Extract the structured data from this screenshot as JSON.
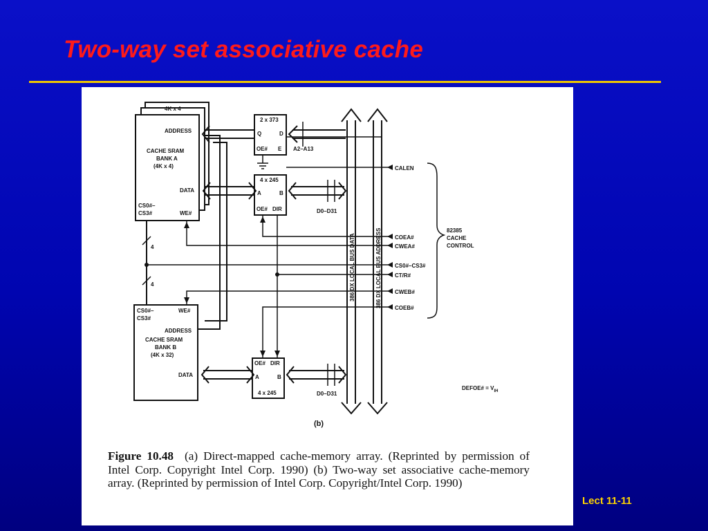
{
  "slide": {
    "title": "Two-way set associative cache",
    "footer": "Lect 11-11",
    "colors": {
      "title": "#ff1a1a",
      "rule": "#f0c800",
      "footer": "#ffd400",
      "background": "#0005b0"
    }
  },
  "diagram": {
    "bank_a": {
      "stack_label": "4K x 4",
      "address": "ADDRESS",
      "title": "CACHE SRAM",
      "subtitle": "BANK A",
      "size": "(4K x 4)",
      "data": "DATA",
      "cs": "CS0#–",
      "cs2": "CS3#",
      "we": "WE#"
    },
    "bank_b": {
      "cs": "CS0#–",
      "cs2": "CS3#",
      "we": "WE#",
      "address": "ADDRESS",
      "title": "CACHE SRAM",
      "subtitle": "BANK B",
      "size": "(4K x 32)",
      "data": "DATA"
    },
    "latch": {
      "name": "2 x 373",
      "q": "Q",
      "d": "D",
      "oe": "OE#",
      "e": "E",
      "input": "A2–A13"
    },
    "xcvr_top": {
      "name": "4 x 245",
      "a": "A",
      "b": "B",
      "oe": "OE#",
      "dir": "DIR",
      "bus": "D0–D31"
    },
    "xcvr_bottom": {
      "name": "4 x 245",
      "a": "A",
      "b": "B",
      "oe": "OE#",
      "dir": "DIR",
      "bus": "D0–D31"
    },
    "bus_width": "4",
    "local_bus_data": "386 DX LOCAL BUS DATA",
    "local_bus_address": "386 DX LOCAL BUS ADDRESS",
    "control_signals": [
      "CALEN",
      "COEA#",
      "CWEA#",
      "CS0#–CS3#",
      "CT/R#",
      "CWEB#",
      "COEB#"
    ],
    "controller": [
      "82385",
      "CACHE",
      "CONTROL"
    ],
    "defoe_note": "DEFOE# = V",
    "defoe_sub": "IH",
    "part_label": "(b)"
  },
  "caption": {
    "figure_number": "Figure 10.48",
    "text": "(a) Direct-mapped cache-memory array. (Reprinted by permission of Intel Corp. Copyright Intel Corp. 1990) (b) Two-way set associative cache-memory array. (Reprinted by permission of Intel Corp. Copyright/Intel Corp. 1990)"
  }
}
